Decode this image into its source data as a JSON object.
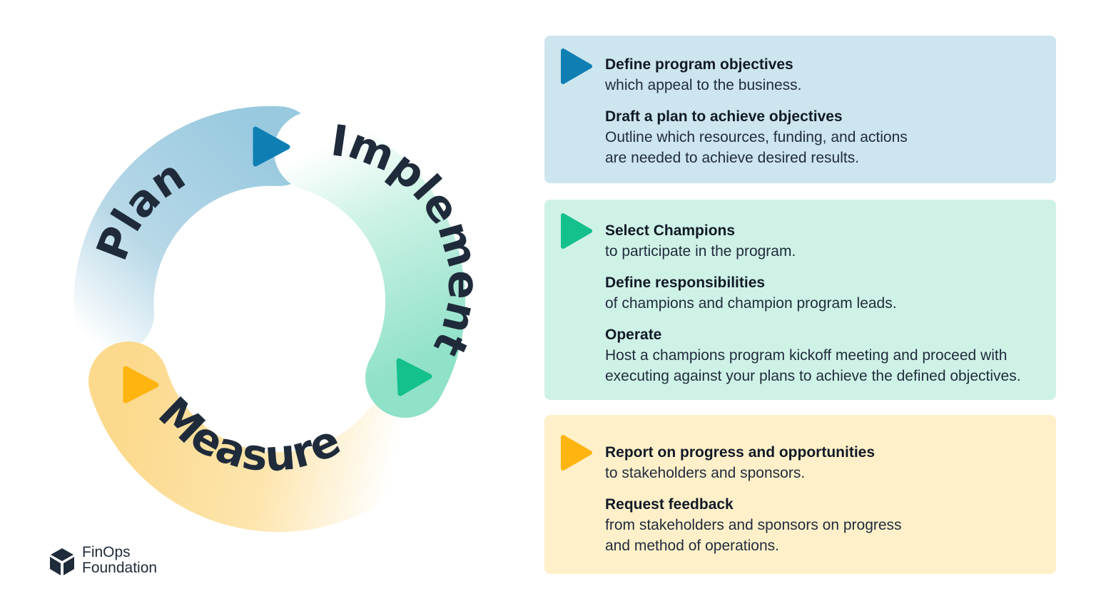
{
  "colors": {
    "plan": "#9ccde2",
    "plan_accent": "#0f7fb3",
    "plan_panel": "#cde5ef",
    "implement": "#97e3cb",
    "implement_accent": "#14c08b",
    "implement_panel": "#cff2e7",
    "measure": "#fde09c",
    "measure_accent": "#ffb40f",
    "measure_panel": "#fff0ca"
  },
  "cycle": {
    "plan_label": "Plan",
    "implement_label": "Implement",
    "measure_label": "Measure",
    "plan_icon": "play-triangle-icon",
    "implement_icon": "play-triangle-icon",
    "measure_icon": "play-triangle-icon"
  },
  "panels": [
    {
      "phase": "plan",
      "icon": "play-triangle-icon",
      "entries": [
        {
          "title": "Define program objectives",
          "desc": "which appeal to the business."
        },
        {
          "title": "Draft a plan to achieve objectives",
          "desc": "Outline which resources, funding, and actions\nare needed to achieve desired results."
        }
      ]
    },
    {
      "phase": "implement",
      "icon": "play-triangle-icon",
      "entries": [
        {
          "title": "Select Champions",
          "desc": "to participate in the program."
        },
        {
          "title": "Define responsibilities",
          "desc": "of champions and champion program leads."
        },
        {
          "title": "Operate",
          "desc": "Host a champions program kickoff meeting and proceed with\nexecuting against your plans to achieve the defined objectives."
        }
      ]
    },
    {
      "phase": "measure",
      "icon": "play-triangle-icon",
      "entries": [
        {
          "title": "Report on progress and opportunities",
          "desc": "to stakeholders and sponsors."
        },
        {
          "title": "Request feedback",
          "desc": "from stakeholders and sponsors on progress\nand method of operations."
        }
      ]
    }
  ],
  "logo": {
    "line1": "FinOps",
    "line2": "Foundation",
    "icon": "cube-icon"
  }
}
